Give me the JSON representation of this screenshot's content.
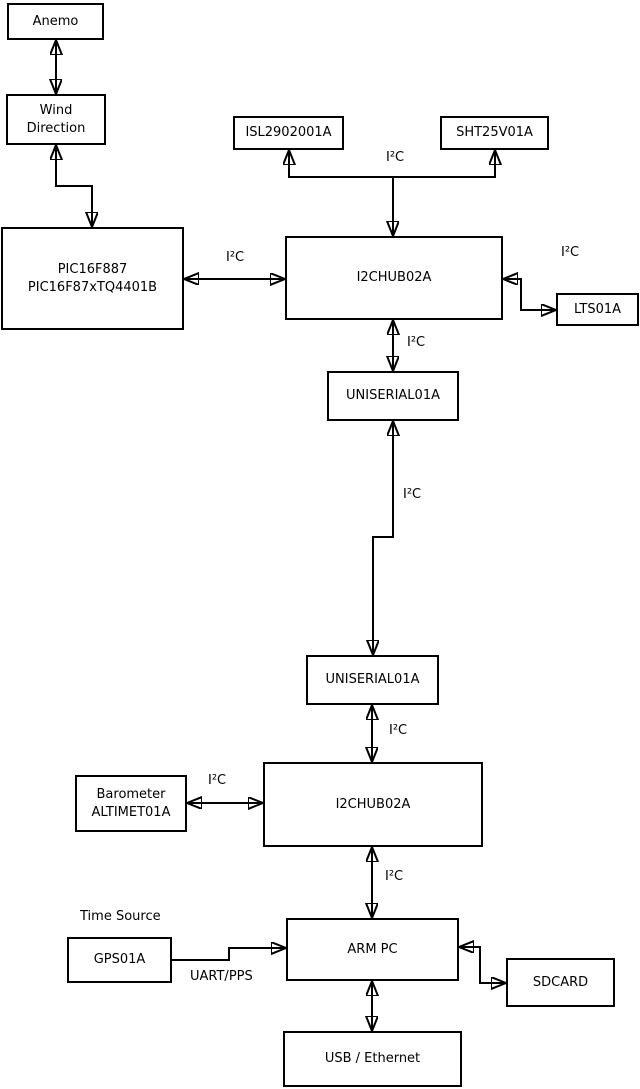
{
  "diagram": {
    "type": "block-diagram",
    "colors": {
      "stroke": "#000000",
      "background": "#ffffff"
    },
    "nodes": {
      "anemo": {
        "label": "Anemo"
      },
      "wind_direction": {
        "label": "Wind\nDirection"
      },
      "pic": {
        "label": "PIC16F887\nPIC16F87xTQ4401B"
      },
      "isl": {
        "label": "ISL2902001A"
      },
      "sht": {
        "label": "SHT25V01A"
      },
      "i2chub_top": {
        "label": "I2CHUB02A"
      },
      "lts": {
        "label": "LTS01A"
      },
      "uniserial_top": {
        "label": "UNISERIAL01A"
      },
      "uniserial_bottom": {
        "label": "UNISERIAL01A"
      },
      "i2chub_bottom": {
        "label": "I2CHUB02A"
      },
      "barometer": {
        "label": "Barometer\nALTIMET01A"
      },
      "arm_pc": {
        "label": "ARM PC"
      },
      "gps": {
        "label": "GPS01A"
      },
      "sdcard": {
        "label": "SDCARD"
      },
      "usb_ethernet": {
        "label": "USB / Ethernet"
      }
    },
    "edge_labels": {
      "branch": "I²C",
      "pic_hub": "I²C",
      "lts": "I²C",
      "hub_uniserial": "I²C",
      "uniserial_link": "I²C",
      "uniserial_hub2": "I²C",
      "barometer": "I²C",
      "hub2_armpc": "I²C",
      "time_source": "Time Source",
      "uart_pps": "UART/PPS"
    }
  }
}
